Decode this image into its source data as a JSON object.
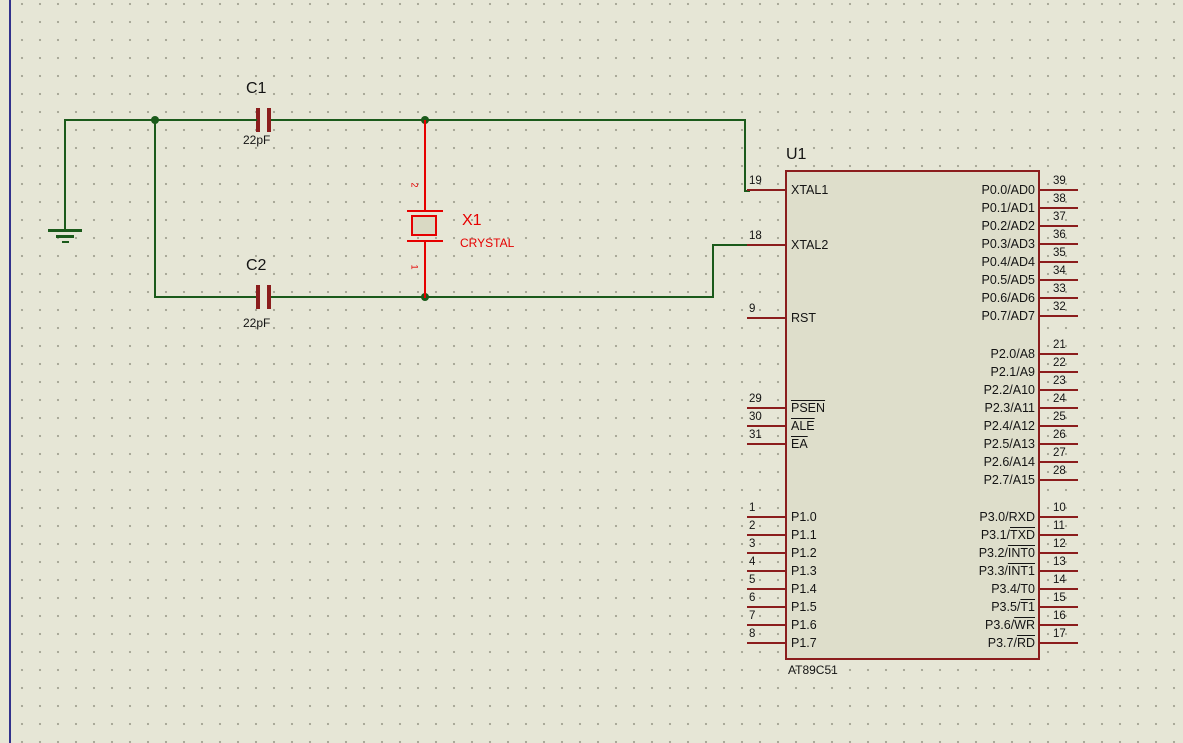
{
  "schematic": {
    "colors": {
      "bg": "#e6e6d6",
      "dot": "#a6a696",
      "sheet_border": "#31318c",
      "wire": "#1b5a1b",
      "dark_red": "#8b1d1d",
      "red": "#e60000",
      "text": "#141414",
      "chip_fill": "#dedecb"
    },
    "components": {
      "u1": {
        "ref": "U1",
        "part": "AT89C51"
      },
      "c1": {
        "ref": "C1",
        "value": "22pF"
      },
      "c2": {
        "ref": "C2",
        "value": "22pF"
      },
      "x1": {
        "ref": "X1",
        "value": "CRYSTAL",
        "pin_top": "2",
        "pin_bottom": "1"
      }
    },
    "chip_pins": {
      "left": [
        {
          "num": "19",
          "parts": [
            {
              "t": "XTAL1"
            }
          ]
        },
        {
          "num": "18",
          "parts": [
            {
              "t": "XTAL2"
            }
          ]
        },
        {
          "num": "9",
          "parts": [
            {
              "t": "RST"
            }
          ]
        },
        {
          "num": "29",
          "parts": [
            {
              "t": "PSEN",
              "ov": true
            }
          ]
        },
        {
          "num": "30",
          "parts": [
            {
              "t": "ALE",
              "ov": true
            }
          ]
        },
        {
          "num": "31",
          "parts": [
            {
              "t": "EA",
              "ov": true
            }
          ]
        },
        {
          "num": "1",
          "parts": [
            {
              "t": "P1.0"
            }
          ]
        },
        {
          "num": "2",
          "parts": [
            {
              "t": "P1.1"
            }
          ]
        },
        {
          "num": "3",
          "parts": [
            {
              "t": "P1.2"
            }
          ]
        },
        {
          "num": "4",
          "parts": [
            {
              "t": "P1.3"
            }
          ]
        },
        {
          "num": "5",
          "parts": [
            {
              "t": "P1.4"
            }
          ]
        },
        {
          "num": "6",
          "parts": [
            {
              "t": "P1.5"
            }
          ]
        },
        {
          "num": "7",
          "parts": [
            {
              "t": "P1.6"
            }
          ]
        },
        {
          "num": "8",
          "parts": [
            {
              "t": "P1.7"
            }
          ]
        }
      ],
      "right": [
        {
          "num": "39",
          "parts": [
            {
              "t": "P0.0/AD0"
            }
          ]
        },
        {
          "num": "38",
          "parts": [
            {
              "t": "P0.1/AD1"
            }
          ]
        },
        {
          "num": "37",
          "parts": [
            {
              "t": "P0.2/AD2"
            }
          ]
        },
        {
          "num": "36",
          "parts": [
            {
              "t": "P0.3/AD3"
            }
          ]
        },
        {
          "num": "35",
          "parts": [
            {
              "t": "P0.4/AD4"
            }
          ]
        },
        {
          "num": "34",
          "parts": [
            {
              "t": "P0.5/AD5"
            }
          ]
        },
        {
          "num": "33",
          "parts": [
            {
              "t": "P0.6/AD6"
            }
          ]
        },
        {
          "num": "32",
          "parts": [
            {
              "t": "P0.7/AD7"
            }
          ]
        },
        {
          "num": "21",
          "parts": [
            {
              "t": "P2.0/A8"
            }
          ]
        },
        {
          "num": "22",
          "parts": [
            {
              "t": "P2.1/A9"
            }
          ]
        },
        {
          "num": "23",
          "parts": [
            {
              "t": "P2.2/A10"
            }
          ]
        },
        {
          "num": "24",
          "parts": [
            {
              "t": "P2.3/A11"
            }
          ]
        },
        {
          "num": "25",
          "parts": [
            {
              "t": "P2.4/A12"
            }
          ]
        },
        {
          "num": "26",
          "parts": [
            {
              "t": "P2.5/A13"
            }
          ]
        },
        {
          "num": "27",
          "parts": [
            {
              "t": "P2.6/A14"
            }
          ]
        },
        {
          "num": "28",
          "parts": [
            {
              "t": "P2.7/A15"
            }
          ]
        },
        {
          "num": "10",
          "parts": [
            {
              "t": "P3.0/RXD"
            }
          ]
        },
        {
          "num": "11",
          "parts": [
            {
              "t": "P3.1/"
            },
            {
              "t": "TXD",
              "ov": true
            }
          ]
        },
        {
          "num": "12",
          "parts": [
            {
              "t": "P3.2/"
            },
            {
              "t": "INT0",
              "ov": true
            }
          ]
        },
        {
          "num": "13",
          "parts": [
            {
              "t": "P3.3/"
            },
            {
              "t": "INT1",
              "ov": true
            }
          ]
        },
        {
          "num": "14",
          "parts": [
            {
              "t": "P3.4/T0"
            }
          ]
        },
        {
          "num": "15",
          "parts": [
            {
              "t": "P3.5/"
            },
            {
              "t": "T1",
              "ov": true
            }
          ]
        },
        {
          "num": "16",
          "parts": [
            {
              "t": "P3.6/"
            },
            {
              "t": "WR",
              "ov": true
            }
          ]
        },
        {
          "num": "17",
          "parts": [
            {
              "t": "P3.7/"
            },
            {
              "t": "RD",
              "ov": true
            }
          ]
        }
      ]
    }
  }
}
